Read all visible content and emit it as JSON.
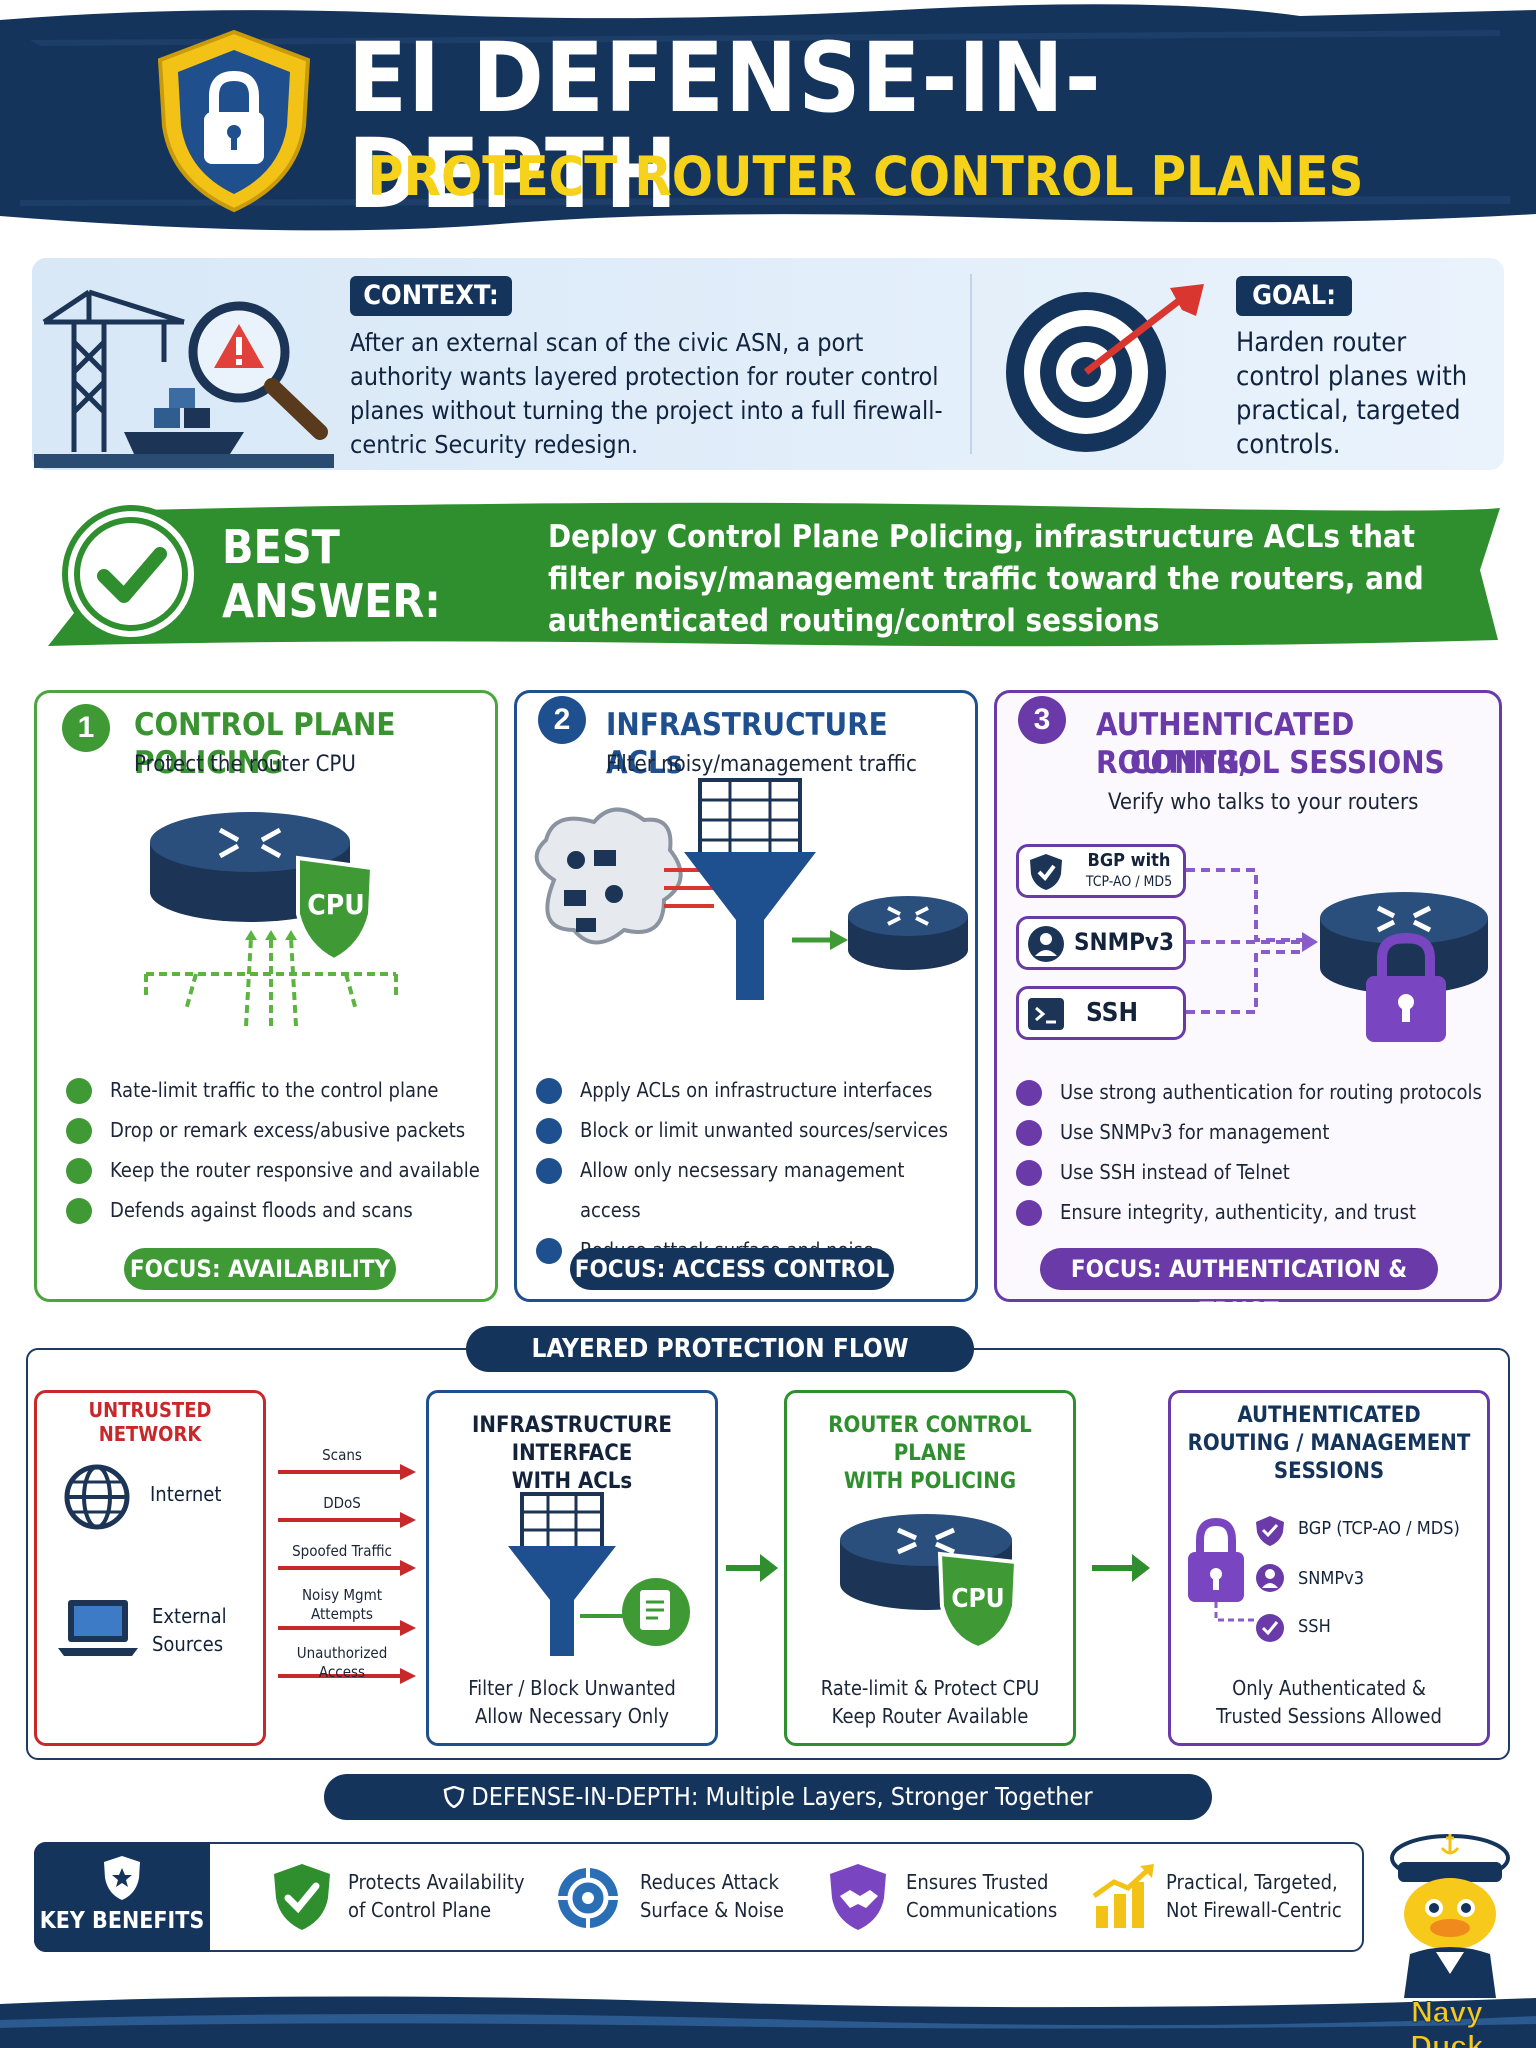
{
  "header": {
    "title": "EI DEFENSE-IN-DEPTH",
    "subtitle": "PROTECT ROUTER CONTROL PLANES"
  },
  "context": {
    "label": "CONTEXT:",
    "text": "After an external scan of the civic ASN, a port authority wants layered protection for router control planes without turning the project into a full firewall-centric Security redesign."
  },
  "goal": {
    "label": "GOAL:",
    "text": "Harden router control planes with practical, targeted controls."
  },
  "best_answer": {
    "label": "BEST ANSWER:",
    "text": "Deploy Control Plane Policing, infrastructure ACLs that filter noisy/management traffic toward the routers, and authenticated routing/control sessions"
  },
  "cards": [
    {
      "number": "1",
      "title": "CONTROL PLANE POLICING",
      "subtitle": "Protect the router CPU",
      "badge": "CPU",
      "bullets": [
        "Rate-limit traffic to the control plane",
        "Drop or remark excess/abusive packets",
        "Keep the router responsive and available",
        "Defends against floods and scans"
      ],
      "focus": "FOCUS: AVAILABILITY"
    },
    {
      "number": "2",
      "title": "INFRASTRUCTURE ACLs",
      "subtitle": "Filter noisy/management traffic",
      "bullets": [
        "Apply ACLs on infrastructure interfaces",
        "Block or limit unwanted sources/services",
        "Allow only necsessary management access",
        "Reduce attack surface and noise"
      ],
      "focus": "FOCUS: ACCESS CONTROL"
    },
    {
      "number": "3",
      "title_line1": "AUTHENTICATED ROUTING/",
      "title_line2": "CONTROL SESSIONS",
      "subtitle": "Verify who talks to your routers",
      "sessions": [
        {
          "line1": "BGP with",
          "line2": "TCP-AO / MD5"
        },
        {
          "line1": "SNMPv3",
          "line2": ""
        },
        {
          "line1": "SSH",
          "line2": ""
        }
      ],
      "bullets": [
        "Use strong authentication for routing protocols",
        "Use SNMPv3 for management",
        "Use SSH instead of Telnet",
        "Ensure integrity, authenticity, and trust"
      ],
      "focus": "FOCUS: AUTHENTICATION & TRUST"
    }
  ],
  "flow": {
    "title": "LAYERED PROTECTION FLOW",
    "untrusted": {
      "title": "UNTRUSTED NETWORK",
      "internet": "Internet",
      "external_line1": "External",
      "external_line2": "Sources"
    },
    "threats": [
      {
        "line1": "Scans",
        "line2": ""
      },
      {
        "line1": "DDoS",
        "line2": ""
      },
      {
        "line1": "Spoofed Traffic",
        "line2": ""
      },
      {
        "line1": "Noisy Mgmt",
        "line2": "Attempts"
      },
      {
        "line1": "Unauthorized",
        "line2": "Access"
      }
    ],
    "acl_box": {
      "title_line1": "INFRASTRUCTURE INTERFACE",
      "title_line2": "WITH ACLs",
      "caption_line1": "Filter / Block Unwanted",
      "caption_line2": "Allow Necessary Only"
    },
    "cpp_box": {
      "title_line1": "ROUTER CONTROL PLANE",
      "title_line2": "WITH POLICING",
      "badge": "CPU",
      "caption_line1": "Rate-limit & Protect CPU",
      "caption_line2": "Keep Router Available"
    },
    "auth_box": {
      "title_line1": "AUTHENTICATED",
      "title_line2": "ROUTING / MANAGEMENT",
      "title_line3": "SESSIONS",
      "items": [
        "BGP (TCP-AO / MDS)",
        "SNMPv3",
        "SSH"
      ],
      "caption_line1": "Only Authenticated &",
      "caption_line2": "Trusted Sessions Allowed"
    }
  },
  "defense_bar": "DEFENSE-IN-DEPTH: Multiple Layers, Stronger Together",
  "benefits": {
    "label_line1": "KEY BENEFITS",
    "items": [
      {
        "line1": "Protects Availability",
        "line2": "of Control Plane"
      },
      {
        "line1": "Reduces Attack",
        "line2": "Surface & Noise"
      },
      {
        "line1": "Ensures Trusted",
        "line2": "Communications"
      },
      {
        "line1": "Practical, Targeted,",
        "line2": "Not Firewall-Centric"
      }
    ]
  },
  "mascot": "Navy Duck",
  "colors": {
    "navy": "#15345c",
    "green": "#2f8f2f",
    "blue": "#1e4f8e",
    "purple": "#6a3aa8",
    "red": "#c8282a",
    "yellow": "#f6d21b"
  }
}
